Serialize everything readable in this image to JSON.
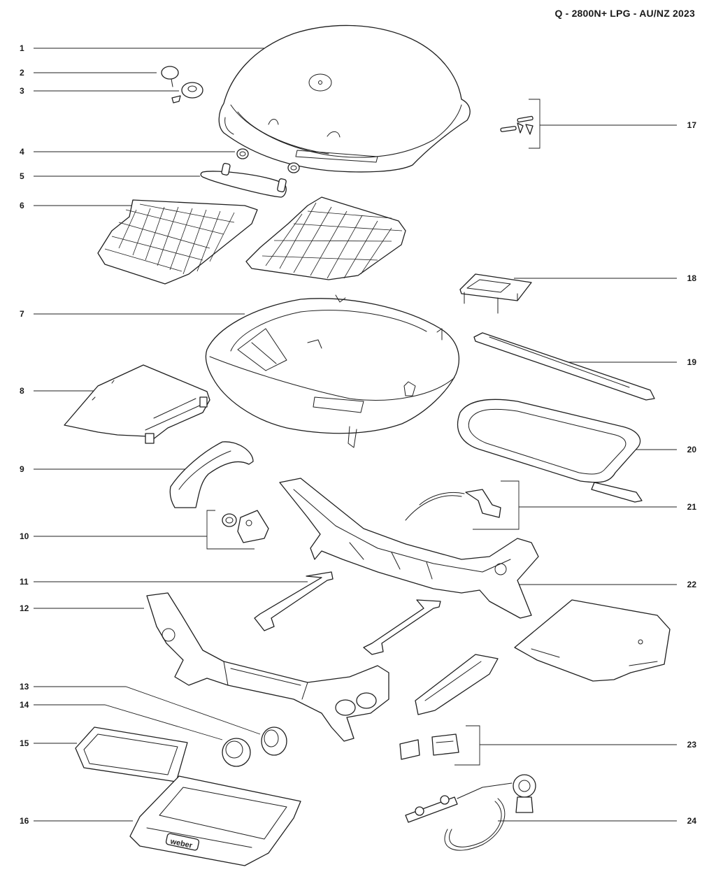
{
  "title": "Q - 2800N+ LPG - AU/NZ 2023",
  "labels_left": [
    "1",
    "2",
    "3",
    "4",
    "5",
    "6",
    "7",
    "8",
    "9",
    "10",
    "11",
    "12",
    "13",
    "14",
    "15",
    "16"
  ],
  "labels_right": [
    "17",
    "18",
    "19",
    "20",
    "21",
    "22",
    "23",
    "24"
  ],
  "brand_mark": "weber"
}
